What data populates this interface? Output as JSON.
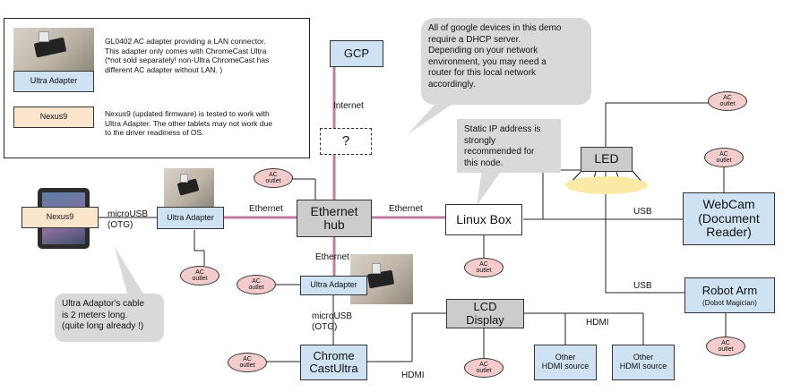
{
  "legend": {
    "ultra_adapter_label": "Ultra Adapter",
    "ultra_adapter_text": "GL0402 AC adapter providing a LAN connector.\n This adapter only comes with ChromeCast Ultra\n(*not sold separately! non-Ultra ChromeCast has\ndifferent AC adapter without LAN. )",
    "nexus_label": "Nexus9",
    "nexus_text": "Nexus9 (updated firmware) is tested to work with\nUltra Adapter.  The other tablets may not work due\nto the driver readiness of OS."
  },
  "nodes": {
    "gcp": "GCP",
    "unknown": "?",
    "ethernet_hub": "Ethernet\nhub",
    "linux_box": "Linux Box",
    "led": "LED",
    "webcam": "WebCam\n(Document\nReader)",
    "robot_arm": "Robot Arm",
    "robot_arm_sub": "(Dobot Magician)",
    "nexus9": "Nexus9",
    "ultra_adapter_left": "Ultra Adapter",
    "ultra_adapter_bottom": "Ultra Adapter",
    "lcd_display": "LCD\nDisplay",
    "chromecast": "Chrome\nCastUltra",
    "hdmi_source_1": "Other\nHDMI source",
    "hdmi_source_2": "Other\nHDMI source"
  },
  "ac_outlet": "AC\noutlet",
  "labels": {
    "internet": "Internet",
    "ethernet_1": "Ethernet",
    "ethernet_2": "Ethernet",
    "ethernet_3": "Ethernet",
    "usb_1": "USB",
    "usb_2": "USB",
    "microusb_left": "microUSB\n(OTG)",
    "microusb_bottom": "microUSB\n(OTG)",
    "hdmi_1": "HDMI",
    "hdmi_2": "HDMI"
  },
  "callouts": {
    "dhcp": "All of google devices in this demo\nrequire a DHCP server.\nDepending on your network\nenvironment, you may need a\nrouter for this local network\naccordingly.",
    "static_ip": "Static IP address is\nstrongly\nrecommended for\nthis node.",
    "cable": "Ultra Adaptor's cable\nis 2 meters long.\n(quite long already !)"
  },
  "colors": {
    "ethernet_line": "#c27ba0",
    "node_blue": "#cfe2f3",
    "node_gray": "#cccccc",
    "ac_pink": "#f4cccc",
    "nexus_peach": "#fce5cd",
    "callout_gray": "#d9d9d9"
  }
}
